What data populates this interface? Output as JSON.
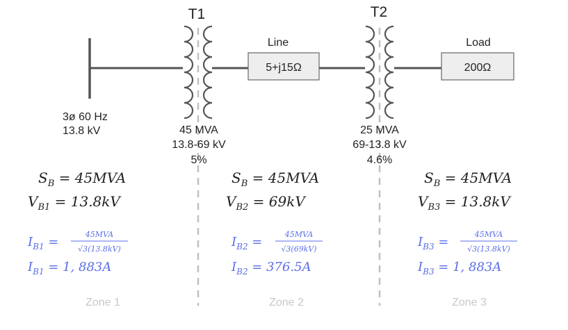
{
  "source": {
    "phase_freq": "3ø 60 Hz",
    "voltage": "13.8 kV"
  },
  "t1": {
    "label": "T1",
    "rating": "45 MVA",
    "voltage": "13.8-69 kV",
    "impedance": "5%"
  },
  "line": {
    "label": "Line",
    "impedance": "5+j15Ω"
  },
  "t2": {
    "label": "T2",
    "rating": "25 MVA",
    "voltage": "69-13.8 kV",
    "impedance": "4.6%"
  },
  "load": {
    "label": "Load",
    "value": "200Ω"
  },
  "zones": [
    {
      "name": "Zone 1",
      "sb": "S_B = 45MVA",
      "vb": "V_B1 = 13.8kV",
      "ib_num": "45MVA",
      "ib_den": "√3(13.8kV)",
      "ib_result": "I_B1 = 1,883A",
      "sb_l": "S",
      "sb_s": "B",
      "sb_r": " = 45MVA",
      "vb_l": "V",
      "vb_s": "B1",
      "vb_r": " = 13.8kV",
      "ib_l": "I",
      "ib_s": "B1",
      "ib_eq": " = ",
      "ir_l": "I",
      "ir_s": "B1",
      "ir_r": " = 1, 883A"
    },
    {
      "name": "Zone 2",
      "sb": "S_B = 45MVA",
      "vb": "V_B2 = 69kV",
      "ib_num": "45MVA",
      "ib_den": "√3(69kV)",
      "ib_result": "I_B2 = 376.5A",
      "sb_l": "S",
      "sb_s": "B",
      "sb_r": " = 45MVA",
      "vb_l": "V",
      "vb_s": "B2",
      "vb_r": " = 69kV",
      "ib_l": "I",
      "ib_s": "B2",
      "ib_eq": " = ",
      "ir_l": "I",
      "ir_s": "B2",
      "ir_r": " = 376.5A"
    },
    {
      "name": "Zone 3",
      "sb": "S_B = 45MVA",
      "vb": "V_B3 = 13.8kV",
      "ib_num": "45MVA",
      "ib_den": "√3(13.8kV)",
      "ib_result": "I_B3 = 1,883A",
      "sb_l": "S",
      "sb_s": "B",
      "sb_r": " = 45MVA",
      "vb_l": "V",
      "vb_s": "B3",
      "vb_r": " = 13.8kV",
      "ib_l": "I",
      "ib_s": "B3",
      "ib_eq": " = ",
      "ir_l": "I",
      "ir_s": "B3",
      "ir_r": " = 1, 883A"
    }
  ],
  "colors": {
    "line": "#555555",
    "text": "#222222",
    "formula_blue": "#5b6ee8",
    "zone_text": "#c8c8c8",
    "box_fill": "#eeeeee",
    "divider": "#c0c0c0"
  }
}
